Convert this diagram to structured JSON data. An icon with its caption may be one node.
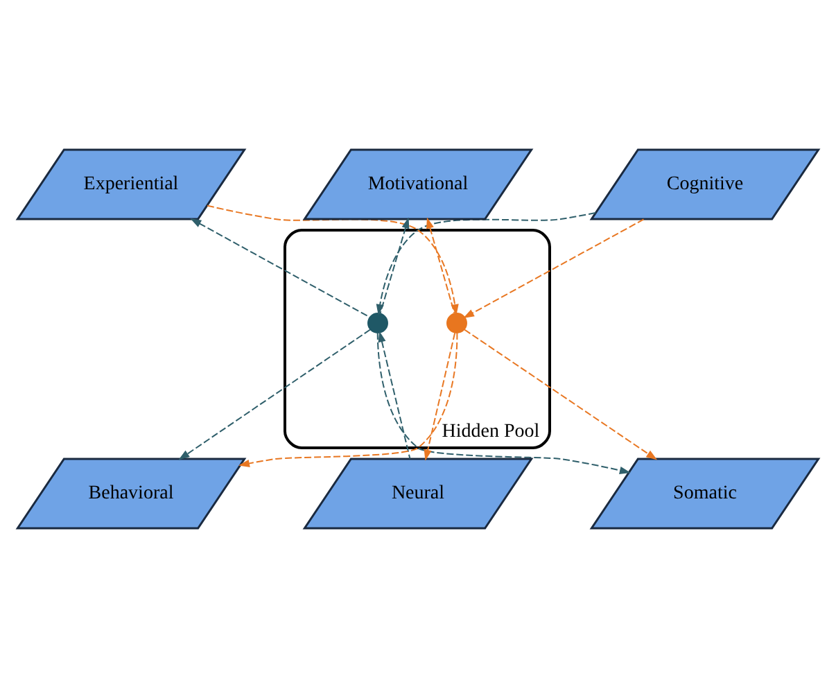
{
  "diagram": {
    "nodes": [
      {
        "text": [
          "Cognitive"
        ]
      },
      {
        "text": [
          "Experiential"
        ]
      },
      {
        "text": [
          "Motivational"
        ]
      },
      {
        "text": [
          "Hidden Pool"
        ]
      },
      {
        "text": [],
        "shape": "circle",
        "in": 3
      },
      {
        "text": [],
        "shape": "circle",
        "in": 3
      },
      {
        "text": [
          "Somatic"
        ]
      },
      {
        "text": [
          "Behavioral"
        ]
      },
      {
        "text": [
          "Neural"
        ]
      }
    ],
    "edges": [
      {
        "from": 0,
        "to": 4,
        "arrow": "to",
        "style": "dashed",
        "color": "#2f5f6b"
      },
      {
        "from": 4,
        "to": 1,
        "arrow": "to",
        "style": "dashed",
        "color": "#2f5f6b"
      },
      {
        "from": 4,
        "to": 2,
        "arrow": "to",
        "style": "dashed",
        "color": "#2f5f6b"
      },
      {
        "from": 4,
        "to": 6,
        "arrow": "to",
        "style": "dashed",
        "color": "#2f5f6b"
      },
      {
        "from": 4,
        "to": 7,
        "arrow": "to",
        "style": "dashed",
        "color": "#2f5f6b"
      },
      {
        "from": 8,
        "to": 4,
        "arrow": "to",
        "style": "dashed",
        "color": "#2f5f6b"
      },
      {
        "from": 0,
        "to": 5,
        "arrow": "to",
        "style": "dashed",
        "color": "#e87722"
      },
      {
        "from": 1,
        "to": 5,
        "arrow": "to",
        "style": "dashed",
        "color": "#e87722"
      },
      {
        "from": 5,
        "to": 2,
        "arrow": "to",
        "style": "dashed",
        "color": "#e87722"
      },
      {
        "from": 5,
        "to": 6,
        "arrow": "to",
        "style": "dashed",
        "color": "#e87722"
      },
      {
        "from": 5,
        "to": 7,
        "arrow": "to",
        "style": "dashed",
        "color": "#e87722"
      },
      {
        "from": 5,
        "to": 8,
        "arrow": "to",
        "style": "dashed",
        "color": "#e87722"
      }
    ]
  }
}
